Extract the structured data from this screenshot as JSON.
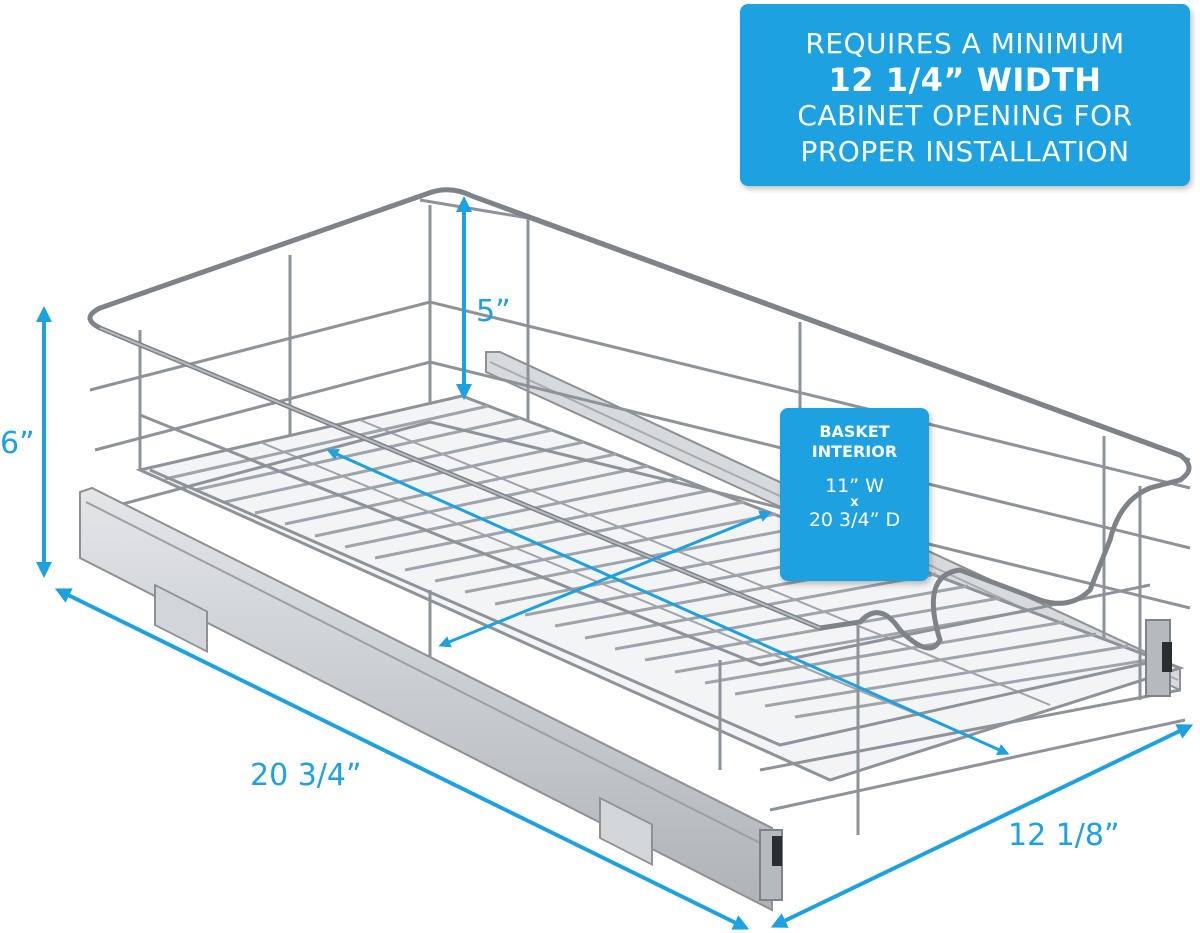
{
  "colors": {
    "accent": "#1ea1e0",
    "chrome_wire": "#9ea4aa",
    "rail": "#c9cdd1",
    "text_on_accent": "#ffffff"
  },
  "callouts": {
    "requirement": {
      "line1": "REQUIRES A MINIMUM",
      "line2": "12 1/4” WIDTH",
      "line3": "CABINET OPENING FOR",
      "line4": "PROPER INSTALLATION"
    },
    "interior": {
      "heading1": "BASKET",
      "heading2": "INTERIOR",
      "width": "11” W",
      "times": "x",
      "depth": "20 3/4” D"
    }
  },
  "dimensions": {
    "overall_height": "6”",
    "basket_wall_height": "5”",
    "depth": "20 3/4”",
    "width": "12 1/8”"
  }
}
